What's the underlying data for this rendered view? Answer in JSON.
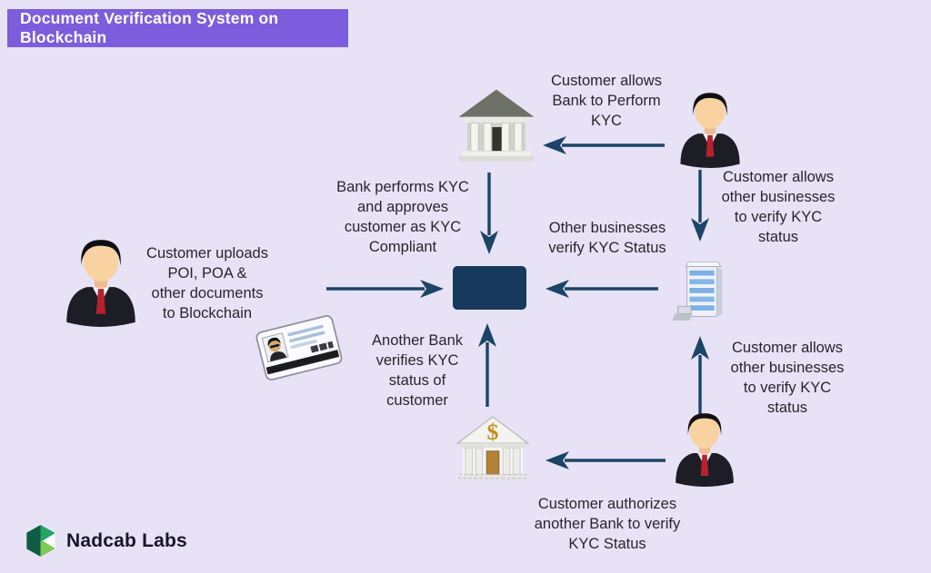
{
  "title": {
    "text": "Document Verification System on Blockchain"
  },
  "colors": {
    "background": "#e8e2f6",
    "banner": "#7d5cdd",
    "banner_text": "#ffffff",
    "arrow": "#1c4466",
    "block": "#17395c",
    "text": "#26262e"
  },
  "labels": {
    "customer_allows_bank": "Customer allows\nBank to Perform\nKYC",
    "customer_allows_businesses_top": "Customer allows\nother businesses\nto verify KYC\nstatus",
    "other_businesses_verify": "Other businesses\nverify KYC Status",
    "bank_performs_kyc": "Bank performs KYC\nand approves\ncustomer as KYC\nCompliant",
    "customer_uploads": "Customer uploads\nPOI, POA &\nother documents\nto Blockchain",
    "another_bank_verifies": "Another Bank\nverifies KYC\nstatus of\ncustomer",
    "customer_allows_businesses_bottom": "Customer allows\nother businesses\nto verify KYC\nstatus",
    "customer_authorizes": "Customer authorizes\nanother Bank to verify\nKYC Status"
  },
  "icons": {
    "top": "bank-icon",
    "top_right": "customer-icon",
    "right": "office-building-icon",
    "left": "customer-icon",
    "card": "id-card-icon",
    "bottom": "bank-dollar-icon",
    "bottom_right": "customer-icon",
    "center": "blockchain-block",
    "logo": "nadcab-hexagon-icon"
  },
  "logo": {
    "text": "Nadcab Labs"
  }
}
